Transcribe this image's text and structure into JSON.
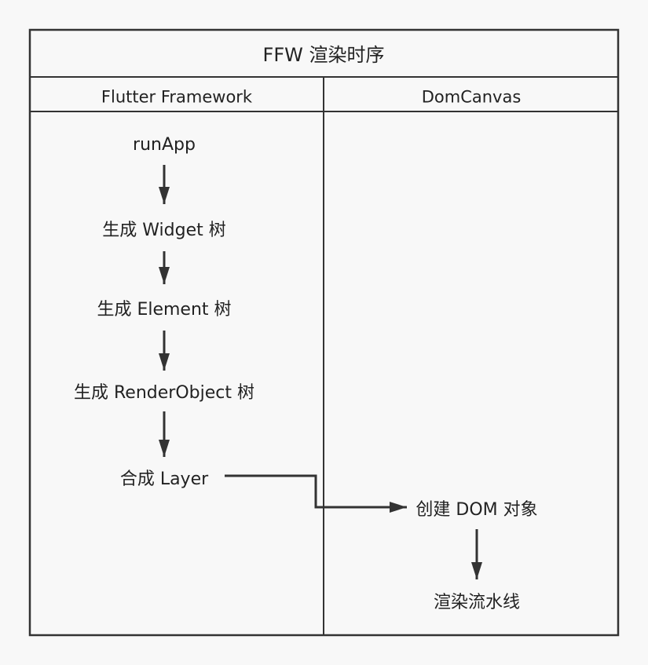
{
  "diagram": {
    "title": "FFW 渲染时序",
    "lanes": [
      {
        "name": "Flutter Framework"
      },
      {
        "name": "DomCanvas"
      }
    ],
    "nodes": [
      {
        "id": "run-app",
        "lane": 0,
        "label": "runApp"
      },
      {
        "id": "build-widget-tree",
        "lane": 0,
        "label": "生成 Widget 树"
      },
      {
        "id": "build-element-tree",
        "lane": 0,
        "label": "生成 Element 树"
      },
      {
        "id": "build-renderobject-tree",
        "lane": 0,
        "label": "生成 RenderObject 树"
      },
      {
        "id": "composite-layer",
        "lane": 0,
        "label": "合成 Layer"
      },
      {
        "id": "create-dom-objects",
        "lane": 1,
        "label": "创建 DOM 对象"
      },
      {
        "id": "render-pipeline",
        "lane": 1,
        "label": "渲染流水线"
      }
    ],
    "edges": [
      {
        "from": "run-app",
        "to": "build-widget-tree"
      },
      {
        "from": "build-widget-tree",
        "to": "build-element-tree"
      },
      {
        "from": "build-element-tree",
        "to": "build-renderobject-tree"
      },
      {
        "from": "build-renderobject-tree",
        "to": "composite-layer"
      },
      {
        "from": "composite-layer",
        "to": "create-dom-objects"
      },
      {
        "from": "create-dom-objects",
        "to": "render-pipeline"
      }
    ],
    "colors": {
      "border": "#333333",
      "fill": "#f8f8f8",
      "text": "#222222"
    }
  }
}
